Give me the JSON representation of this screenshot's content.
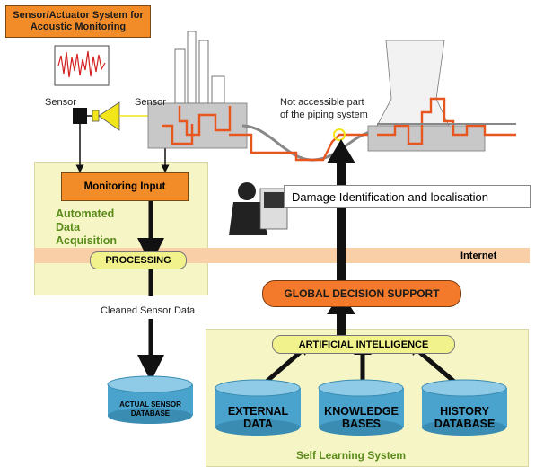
{
  "title": "Sensor/Actuator System for Acoustic Monitoring",
  "sensor_left": "Sensor",
  "sensor_right": "Sensor",
  "pipe_note_1": "Not accessible part",
  "pipe_note_2": "of the piping system",
  "monitoring_input": "Monitoring Input",
  "acquisition": [
    "Automated",
    "Data",
    "Acquisition"
  ],
  "processing": "PROCESSING",
  "internet": "Internet",
  "cleaned": "Cleaned Sensor Data",
  "damage": "Damage Identification and localisation",
  "decision": "GLOBAL DECISION SUPPORT",
  "ai": "ARTIFICIAL INTELLIGENCE",
  "actual_db": [
    "ACTUAL SENSOR",
    "DATABASE"
  ],
  "external": [
    "EXTERNAL",
    "DATA"
  ],
  "knowledge": [
    "KNOWLEDGE",
    "BASES"
  ],
  "history": [
    "HISTORY",
    "DATABASE"
  ],
  "self_learning": "Self Learning System",
  "colors": {
    "orange": "#f28c28",
    "panel": "#f5f5c6",
    "internet_band": "#f9cfa8",
    "cylinder": "#4aa3cc",
    "pipe_red": "#e8561f",
    "decision": "#f27a2a",
    "ai": "#f2f28c"
  }
}
